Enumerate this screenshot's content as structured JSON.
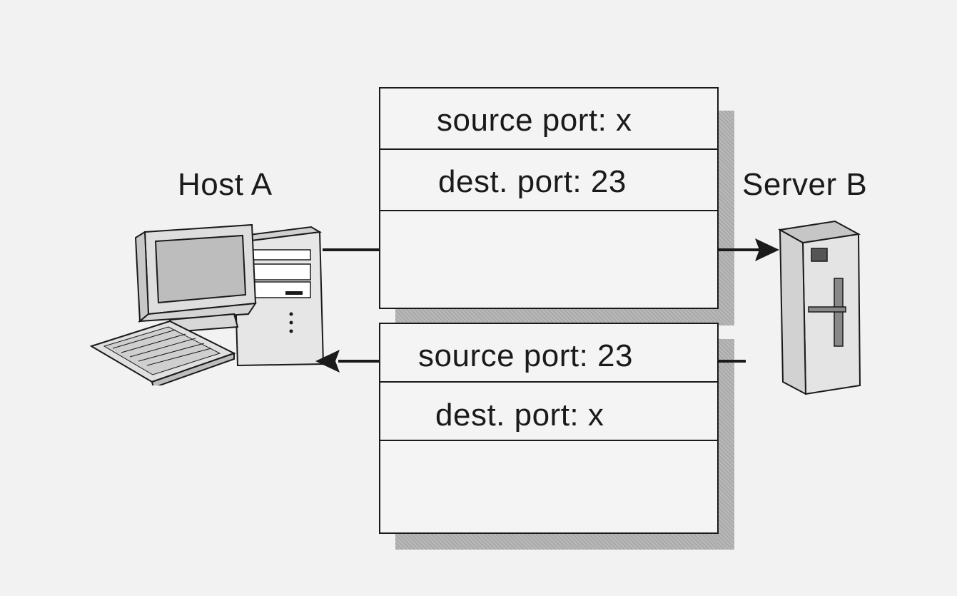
{
  "host_a": {
    "label": "Host A",
    "icon": "desktop-computer-icon"
  },
  "server_b": {
    "label": "Server B",
    "icon": "tower-server-icon"
  },
  "segment_out": {
    "source_port": "source port: x",
    "dest_port": "dest. port: 23"
  },
  "segment_in": {
    "source_port": "source port: 23",
    "dest_port": "dest. port: x"
  },
  "colors": {
    "ink": "#1a1a1a",
    "shadow": "#b0b0b0",
    "paper": "#f2f2f2"
  }
}
